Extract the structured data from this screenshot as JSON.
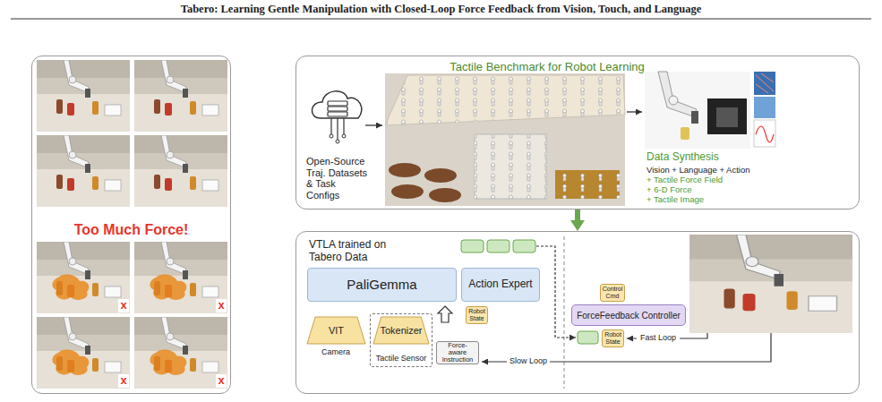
{
  "diagram": {
    "title": "Tabero: Learning Gentle Manipulation with Closed-Loop Force Feedback from Vision, Touch, and Language",
    "nodes": [
      {
        "text": [
          "Too Much Force!"
        ]
      },
      {
        "text": [
          "Tactile Benchmark for Robot Learning"
        ]
      },
      {
        "text": [
          "VTLA trained on Tabero Data"
        ]
      },
      {
        "text": [
          "PaliGemma"
        ],
        "in": 2
      },
      {
        "text": [
          "Action Expert"
        ],
        "in": 2
      },
      {
        "text": [
          "VIT"
        ],
        "in": 2
      },
      {
        "text": [
          "Tactile Sensor"
        ],
        "in": 2
      },
      {
        "text": [
          "Tokenizer"
        ],
        "in": 6
      },
      {
        "text": [
          "Force-aware Instruction"
        ],
        "in": 2
      },
      {
        "text": [
          "Robot State"
        ],
        "in": 2
      },
      {
        "text": [
          "Control Cmd"
        ],
        "in": 2
      },
      {
        "text": [
          "ForceFeedback Controller"
        ],
        "in": 2
      },
      {
        "text": [
          "Robot State"
        ],
        "in": 2
      }
    ],
    "edges": [
      {
        "from": 1,
        "to": 2,
        "arrow": "to"
      }
    ],
    "labels": [
      "x",
      "x",
      "x",
      "x",
      "Open-Source Traj. Datasets & Task Configs",
      "Data Synthesis",
      "Vision + Language + Action",
      "+ Tactile Force Field",
      "+ 6-D Force",
      "+ Tactile Image",
      "Camera",
      "Fast Loop",
      "Slow Loop"
    ]
  }
}
